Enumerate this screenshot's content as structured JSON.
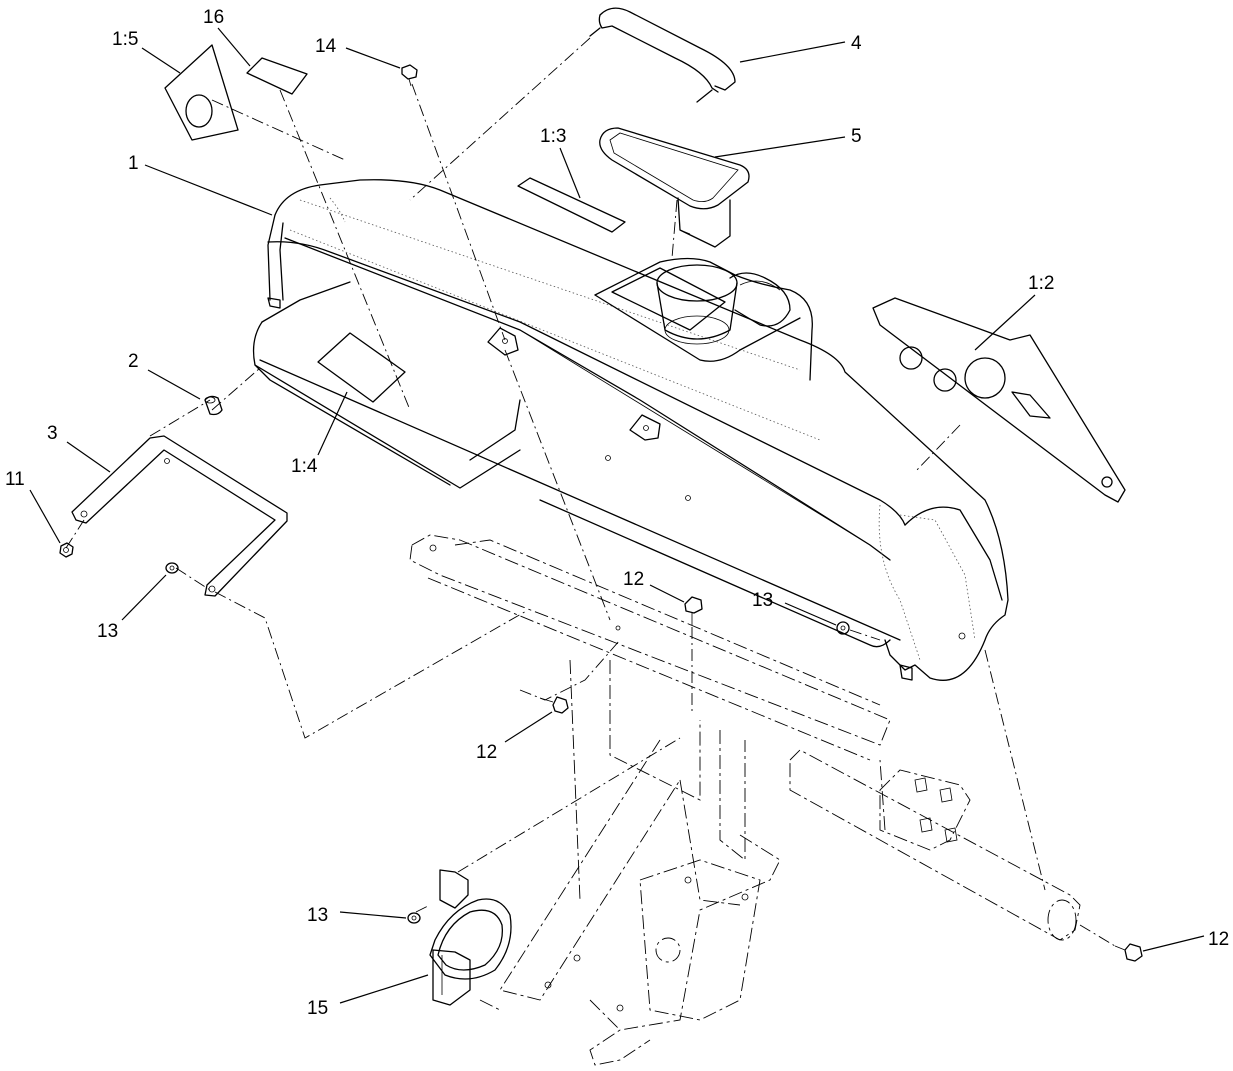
{
  "diagram": {
    "callouts": [
      {
        "id": "c_1_5",
        "label": "1:5"
      },
      {
        "id": "c_16",
        "label": "16"
      },
      {
        "id": "c_14",
        "label": "14"
      },
      {
        "id": "c_4",
        "label": "4"
      },
      {
        "id": "c_1_3",
        "label": "1:3"
      },
      {
        "id": "c_5",
        "label": "5"
      },
      {
        "id": "c_1",
        "label": "1"
      },
      {
        "id": "c_1_2",
        "label": "1:2"
      },
      {
        "id": "c_2",
        "label": "2"
      },
      {
        "id": "c_3",
        "label": "3"
      },
      {
        "id": "c_1_4",
        "label": "1:4"
      },
      {
        "id": "c_11",
        "label": "11"
      },
      {
        "id": "c_13_left",
        "label": "13"
      },
      {
        "id": "c_12_top",
        "label": "12"
      },
      {
        "id": "c_13_right",
        "label": "13"
      },
      {
        "id": "c_12_mid",
        "label": "12"
      },
      {
        "id": "c_13_bottom",
        "label": "13"
      },
      {
        "id": "c_15",
        "label": "15"
      },
      {
        "id": "c_12_right",
        "label": "12"
      }
    ]
  }
}
